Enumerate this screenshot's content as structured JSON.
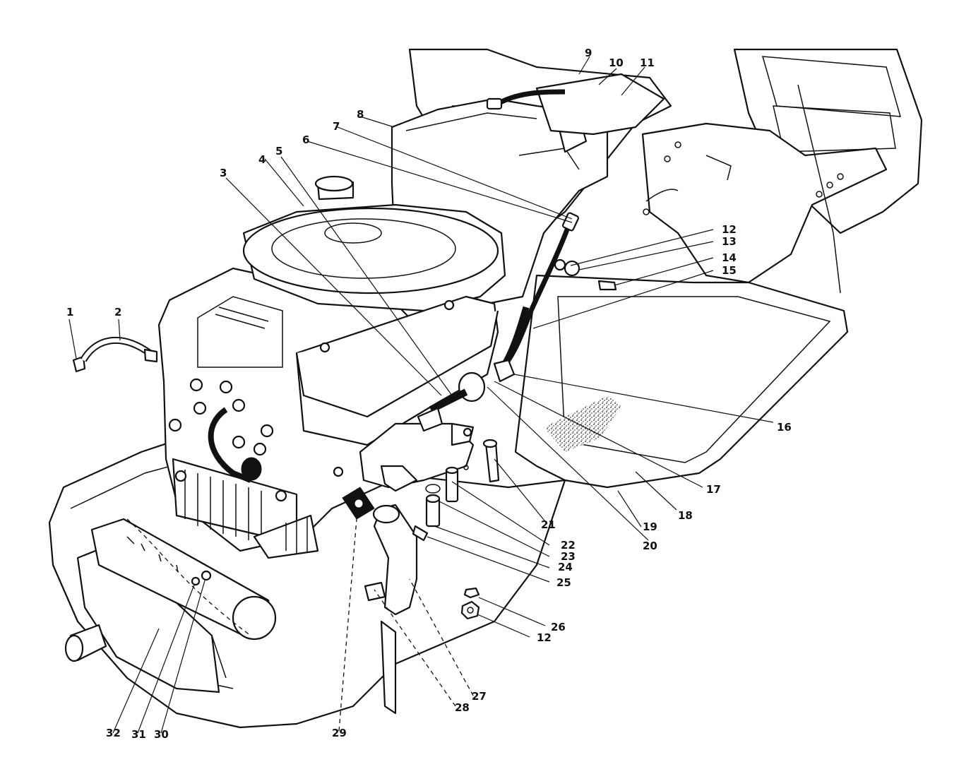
{
  "callouts": [
    {
      "number": "1"
    },
    {
      "number": "2"
    },
    {
      "number": "3"
    },
    {
      "number": "4"
    },
    {
      "number": "5"
    },
    {
      "number": "6"
    },
    {
      "number": "7"
    },
    {
      "number": "8"
    },
    {
      "number": "9"
    },
    {
      "number": "10"
    },
    {
      "number": "11"
    },
    {
      "number": "12"
    },
    {
      "number": "13"
    },
    {
      "number": "14"
    },
    {
      "number": "15"
    },
    {
      "number": "16"
    },
    {
      "number": "17"
    },
    {
      "number": "18"
    },
    {
      "number": "19"
    },
    {
      "number": "20"
    },
    {
      "number": "21"
    },
    {
      "number": "22"
    },
    {
      "number": "23"
    },
    {
      "number": "24"
    },
    {
      "number": "25"
    },
    {
      "number": "26"
    },
    {
      "number": "12"
    },
    {
      "number": "27"
    },
    {
      "number": "28"
    },
    {
      "number": "29"
    },
    {
      "number": "30"
    },
    {
      "number": "31"
    },
    {
      "number": "32"
    }
  ]
}
